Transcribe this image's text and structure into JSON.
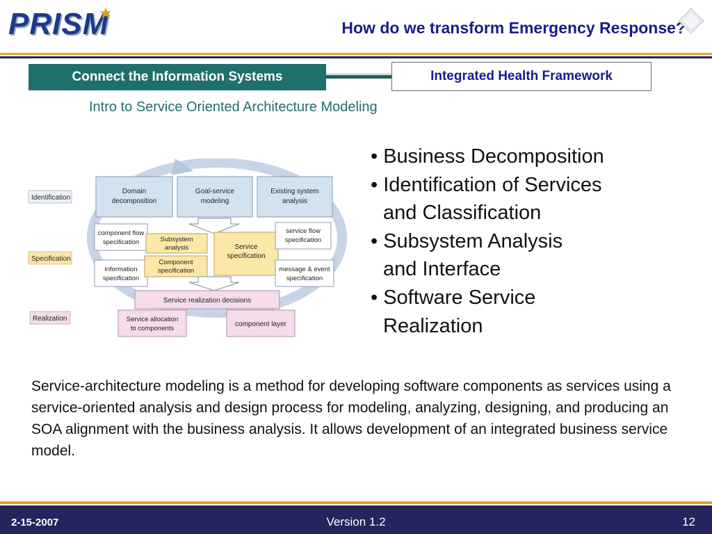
{
  "header": {
    "logo_text": "PRISM",
    "title": "How do we transform Emergency Response?"
  },
  "tabs": {
    "connect": "Connect the Information Systems",
    "integrated": "Integrated Health Framework"
  },
  "subtitle": "Intro to Service Oriented Architecture Modeling",
  "diagram": {
    "phases": [
      "Identification",
      "Specification",
      "Realization"
    ],
    "top_boxes": [
      "Domain decomposition",
      "Goal-service modeling",
      "Existing system analysis"
    ],
    "left_boxes": [
      "component flow specification",
      "information specification"
    ],
    "center_boxes": [
      "Subsystem analysis",
      "Component specification"
    ],
    "service_box": "Service specification",
    "right_boxes": [
      "service flow specification",
      "message & event specification"
    ],
    "realization_bar": "Service realization decisions",
    "bottom_boxes": [
      "Service allocation to components",
      "component layer"
    ],
    "colors": {
      "blue": "#d4e2f0",
      "yellow": "#fbe8a8",
      "pink": "#f4dcea",
      "arrow": "#b8c8dc"
    }
  },
  "bullets": [
    {
      "text": "• Business Decomposition",
      "cont": false
    },
    {
      "text": "• Identification of Services",
      "cont": false
    },
    {
      "text": "and Classification",
      "cont": true
    },
    {
      "text": "• Subsystem Analysis",
      "cont": false
    },
    {
      "text": "and Interface",
      "cont": true
    },
    {
      "text": "• Software Service",
      "cont": false
    },
    {
      "text": "Realization",
      "cont": true
    }
  ],
  "description": "Service-architecture modeling is a method for developing software components as services using a service-oriented analysis and design process for modeling, analyzing, designing, and producing an SOA alignment with the business analysis. It allows development of an integrated business service model.",
  "footer": {
    "date": "2-15-2007",
    "version": "Version 1.2",
    "page": "12"
  }
}
